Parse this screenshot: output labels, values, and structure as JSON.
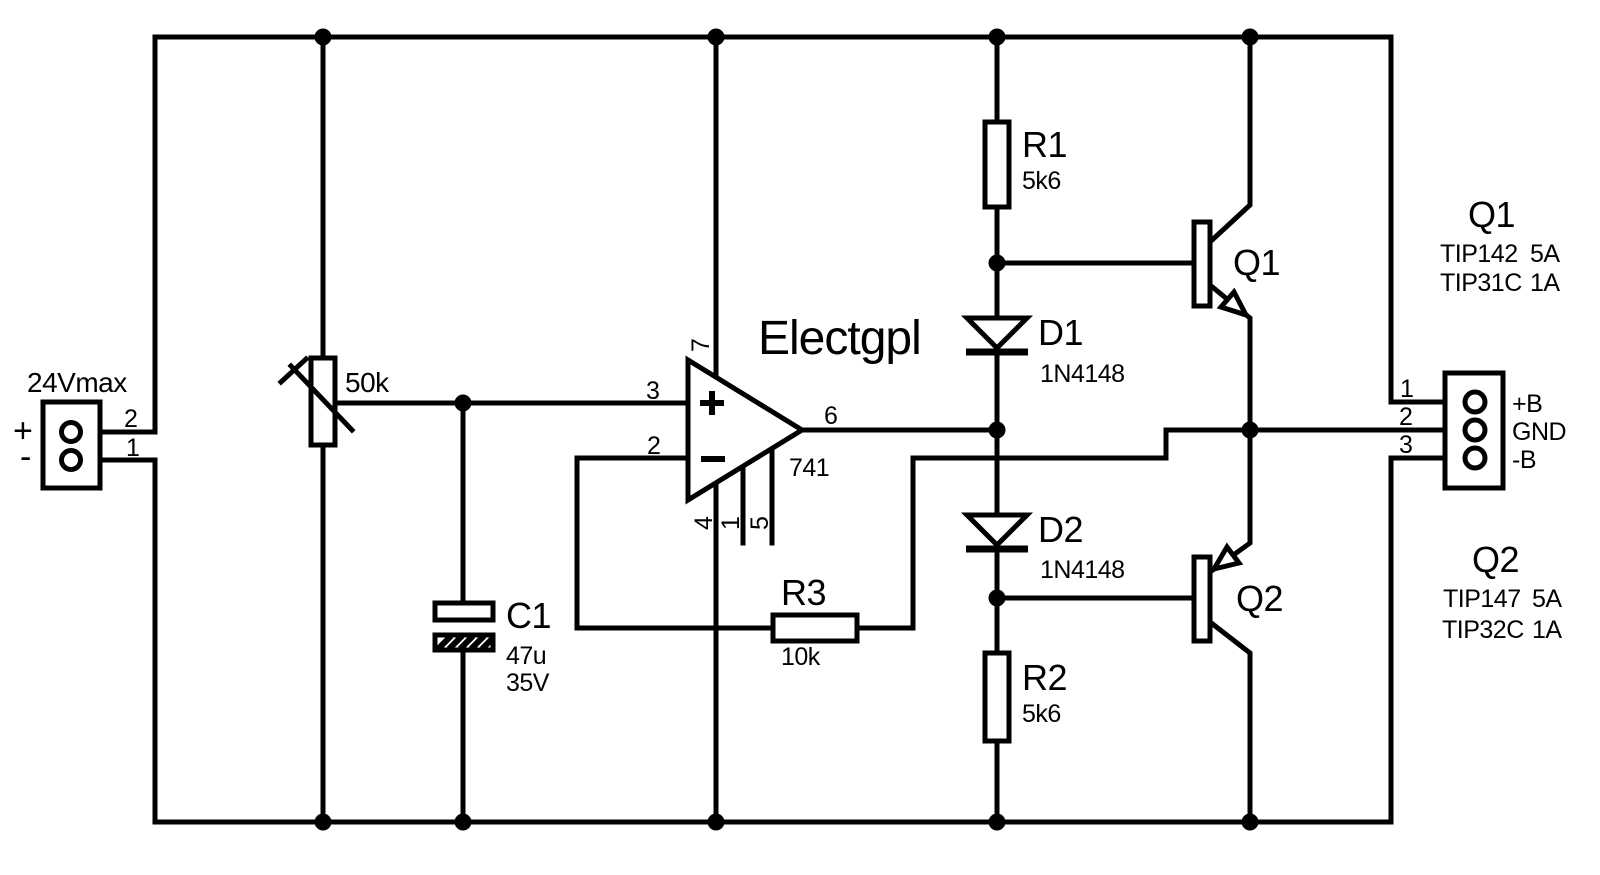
{
  "diagram": {
    "brand_label": "Electgpl",
    "input_connector": {
      "title": "24Vmax",
      "plus": "+",
      "minus": "-",
      "pin_top": "2",
      "pin_bottom": "1"
    },
    "potentiometer": {
      "value": "50k"
    },
    "capacitor": {
      "ref": "C1",
      "value": "47u",
      "voltage": "35V"
    },
    "opamp": {
      "part": "741",
      "pin_noninv": "3",
      "pin_inv": "2",
      "pin_out": "6",
      "pin_vplus": "7",
      "pin_vminus": "4",
      "pin_offset1": "1",
      "pin_offset2": "5"
    },
    "r1": {
      "ref": "R1",
      "value": "5k6"
    },
    "r2": {
      "ref": "R2",
      "value": "5k6"
    },
    "r3": {
      "ref": "R3",
      "value": "10k"
    },
    "d1": {
      "ref": "D1",
      "part": "1N4148"
    },
    "d2": {
      "ref": "D2",
      "part": "1N4148"
    },
    "q1": {
      "ref": "Q1"
    },
    "q2": {
      "ref": "Q2"
    },
    "output_connector": {
      "pin1": "1",
      "pin2": "2",
      "pin3": "3",
      "label1": "+B",
      "label2": "GND",
      "label3": "-B"
    },
    "q1_info": {
      "title": "Q1",
      "row1_part": "TIP142",
      "row1_amp": "5A",
      "row2_part": "TIP31C",
      "row2_amp": "1A"
    },
    "q2_info": {
      "title": "Q2",
      "row1_part": "TIP147",
      "row1_amp": "5A",
      "row2_part": "TIP32C",
      "row2_amp": "1A"
    }
  }
}
